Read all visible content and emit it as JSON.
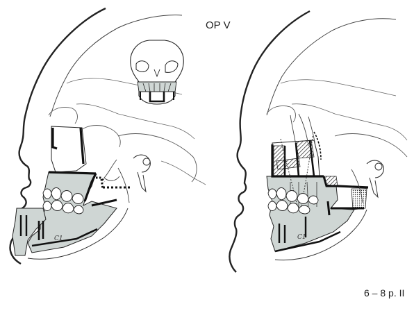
{
  "figure": {
    "title": "OP V",
    "caption": "6 – 8 p. II",
    "left_panel": {
      "segment_label": "C1"
    },
    "right_panel": {
      "segment_label": "C1"
    }
  },
  "colors": {
    "line": "#222222",
    "bone_shade": "#cfd6d4",
    "background": "#ffffff"
  }
}
